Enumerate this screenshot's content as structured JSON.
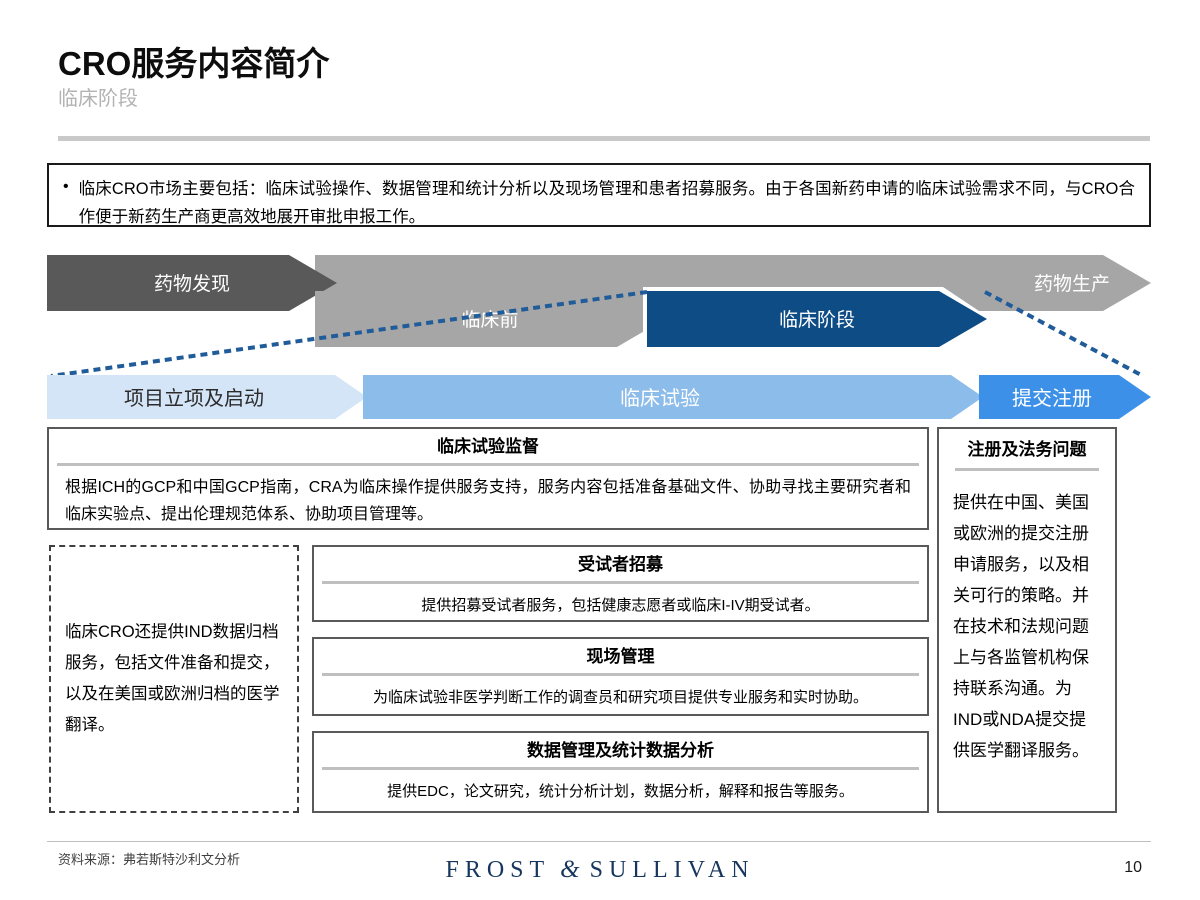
{
  "header": {
    "title": "CRO服务内容简介",
    "subtitle": "临床阶段"
  },
  "bullet": {
    "marker": "•",
    "text": "临床CRO市场主要包括：临床试验操作、数据管理和统计分析以及现场管理和患者招募服务。由于各国新药申请的临床试验需求不同，与CRO合作便于新药生产商更高效地展开审批申报工作。"
  },
  "process_band": {
    "stages": [
      {
        "label": "药物发现",
        "state": "inactive",
        "color": "#595959"
      },
      {
        "label": "临床前",
        "state": "inactive",
        "color": "#a6a6a6"
      },
      {
        "label": "临床阶段",
        "state": "active",
        "color": "#0e4c85"
      },
      {
        "label": "药物生产",
        "state": "inactive",
        "color": "#a6a6a6"
      }
    ]
  },
  "arrow_row": {
    "steps": [
      {
        "label": "项目立项及启动",
        "color": "#d4e5f7"
      },
      {
        "label": "临床试验",
        "color": "#8cbcea"
      },
      {
        "label": "提交注册",
        "color": "#3c90e8"
      }
    ]
  },
  "cards": {
    "supervision": {
      "title": "临床试验监督",
      "body": "根据ICH的GCP和中国GCP指南，CRA为临床操作提供服务支持，服务内容包括准备基础文件、协助寻找主要研究者和临床实验点、提出伦理规范体系、协助项目管理等。"
    },
    "recruitment": {
      "title": "受试者招募",
      "body": "提供招募受试者服务，包括健康志愿者或临床I-IV期受试者。"
    },
    "site_management": {
      "title": "现场管理",
      "body": "为临床试验非医学判断工作的调查员和研究项目提供专业服务和实时协助。"
    },
    "data_management": {
      "title": "数据管理及统计数据分析",
      "body": "提供EDC，论文研究，统计分析计划，数据分析，解释和报告等服务。"
    },
    "regulatory": {
      "title": "注册及法务问题",
      "body": "提供在中国、美国或欧洲的提交注册申请服务，以及相关可行的策略。并在技术和法规问题上与各监管机构保持联系沟通。为IND或NDA提交提供医学翻译服务。"
    },
    "ind_note": {
      "body": "临床CRO还提供IND数据归档服务，包括文件准备和提交，以及在美国或欧洲归档的医学翻译。"
    }
  },
  "footer": {
    "source": "资料来源：弗若斯特沙利文分析",
    "logo_left": "FROST",
    "logo_amp": "&",
    "logo_right": "SULLIVAN",
    "page_number": "10"
  }
}
